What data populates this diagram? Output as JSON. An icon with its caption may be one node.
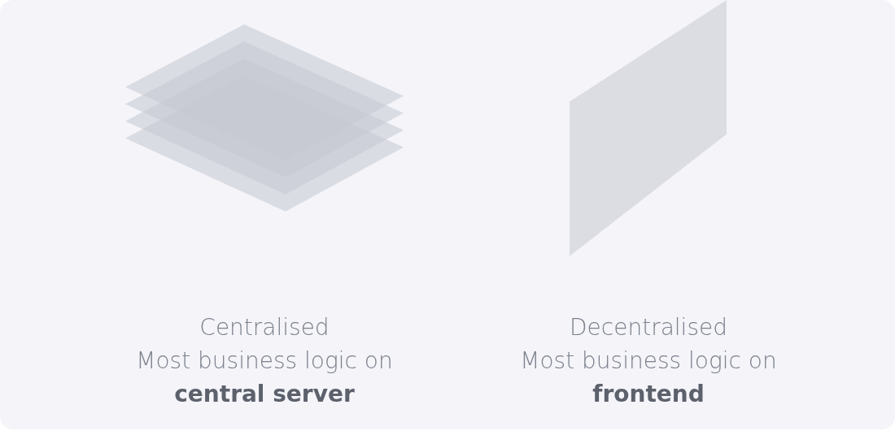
{
  "diagram": {
    "labels": [
      "Centralised",
      "Most business logic on **central server**",
      "Decentralised",
      "Most business logic on **frontend**"
    ]
  }
}
